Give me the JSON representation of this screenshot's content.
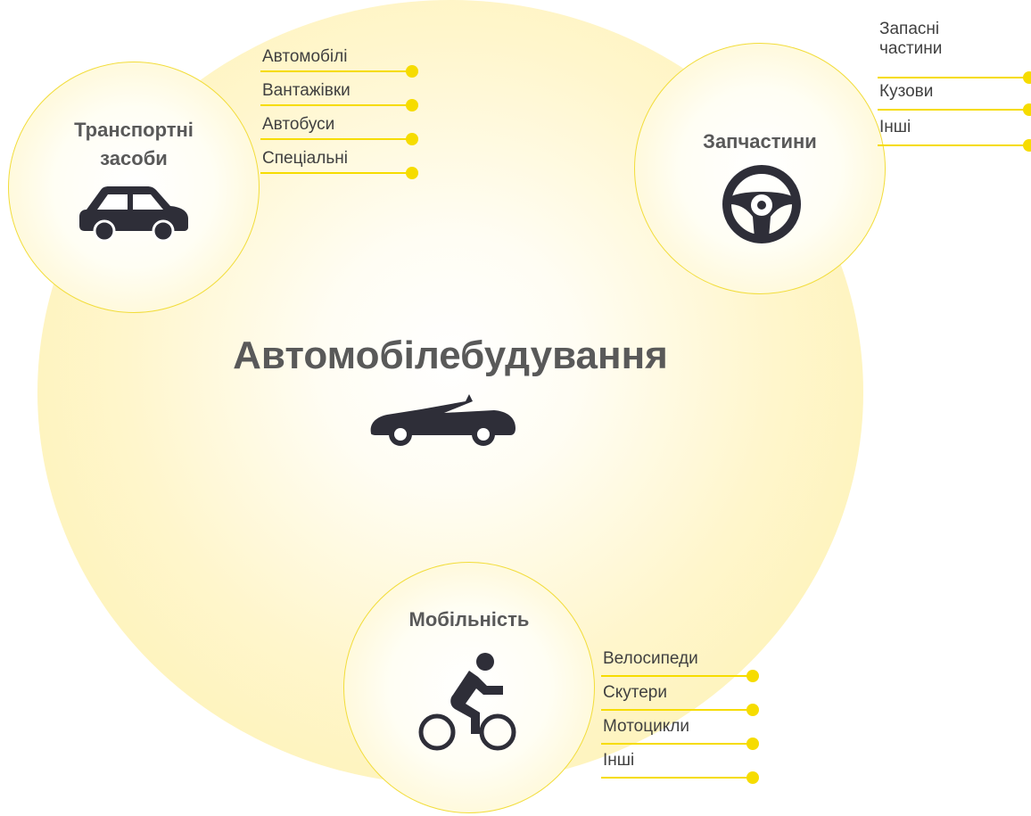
{
  "center": {
    "title": "Автомобілебудування",
    "icon": "convertible-car-icon"
  },
  "nodes": {
    "transport": {
      "title": "Транспортні\nзасоби",
      "icon": "car-icon",
      "items": [
        "Автомобілі",
        "Вантажівки",
        "Автобуси",
        "Спеціальні"
      ]
    },
    "parts": {
      "title": "Запчастини",
      "icon": "steering-wheel-icon",
      "items": [
        "Запасні\nчастини",
        "Кузови",
        "Інші"
      ]
    },
    "mobility": {
      "title": "Мобільність",
      "icon": "cyclist-icon",
      "items": [
        "Велосипеди",
        "Скутери",
        "Мотоцикли",
        "Інші"
      ]
    }
  },
  "colors": {
    "accent": "#f6dc00",
    "circle_border": "#f2dd3b",
    "title_text": "#595959",
    "icon": "#2e2e38"
  }
}
